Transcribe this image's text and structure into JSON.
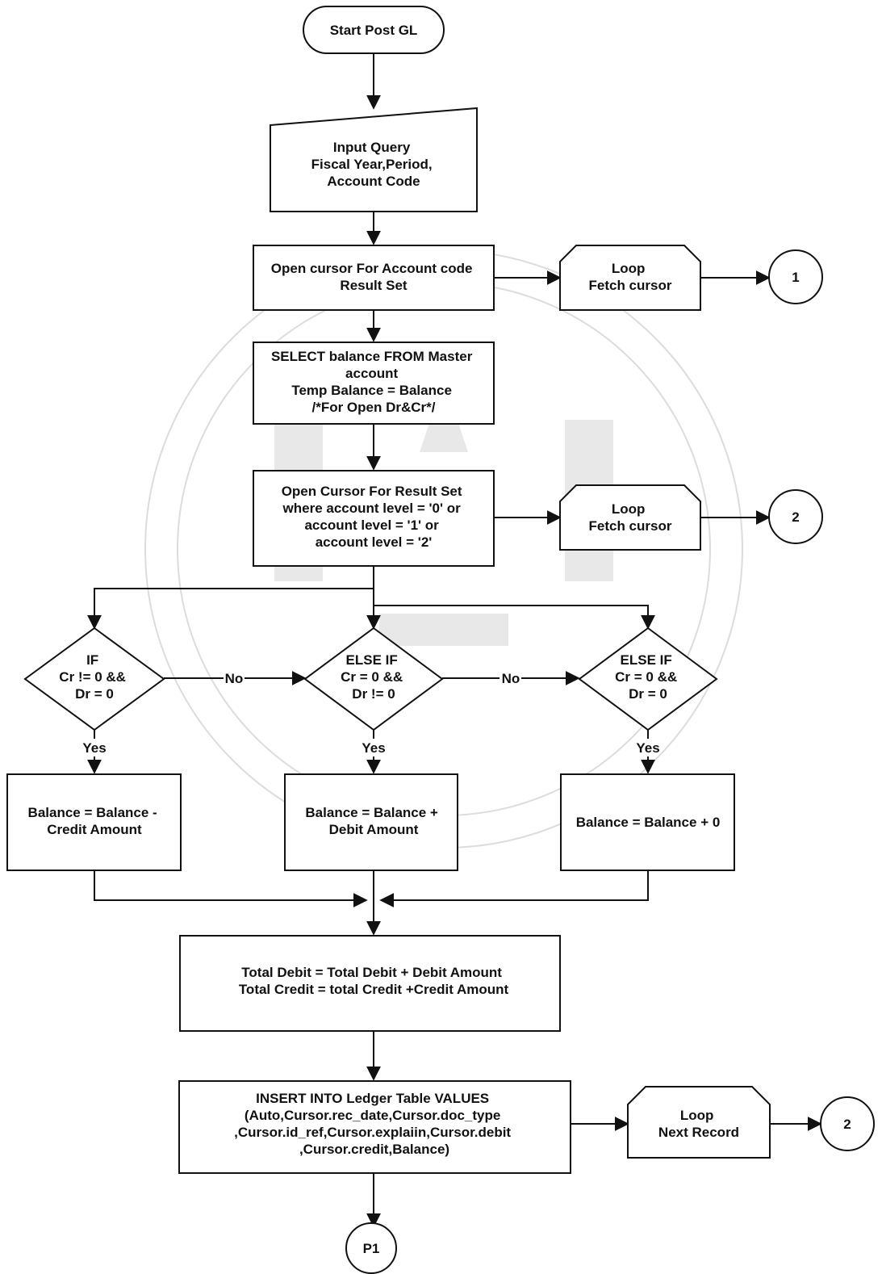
{
  "diagram": {
    "start": "Start Post GL",
    "input": [
      "Input Query",
      "Fiscal Year,Period,",
      "Account Code"
    ],
    "open_cursor_account": [
      "Open cursor For Account code",
      "Result Set"
    ],
    "loop_fetch_1": [
      "Loop",
      "Fetch cursor"
    ],
    "connector_1": "1",
    "select_balance": [
      "SELECT balance FROM Master",
      "account",
      "Temp Balance = Balance",
      "/*For Open Dr&Cr*/"
    ],
    "open_cursor_result": [
      "Open Cursor For Result  Set",
      "where account level = '0' or",
      "account level = '1' or",
      "account level = '2'"
    ],
    "loop_fetch_2": [
      "Loop",
      "Fetch cursor"
    ],
    "connector_2a": "2",
    "decision_if": [
      "IF",
      "Cr != 0 &&",
      "Dr = 0"
    ],
    "decision_elseif_1": [
      "ELSE IF",
      "Cr = 0 &&",
      "Dr != 0"
    ],
    "decision_elseif_2": [
      "ELSE IF",
      "Cr = 0 &&",
      "Dr = 0"
    ],
    "label_no": "No",
    "label_yes": "Yes",
    "process_credit": [
      "Balance = Balance -",
      "Credit Amount"
    ],
    "process_debit": [
      "Balance = Balance +",
      "Debit Amount"
    ],
    "process_zero": [
      "Balance = Balance + 0"
    ],
    "totals": [
      "Total Debit = Total Debit + Debit Amount",
      "Total Credit = total Credit +Credit Amount"
    ],
    "insert": [
      "INSERT INTO Ledger  Table VALUES",
      "(Auto,Cursor.rec_date,Cursor.doc_type",
      ",Cursor.id_ref,Cursor.explaiin,Cursor.debit",
      ",Cursor.credit,Balance)"
    ],
    "loop_next": [
      "Loop",
      "Next Record"
    ],
    "connector_2b": "2",
    "offpage": "P1"
  }
}
